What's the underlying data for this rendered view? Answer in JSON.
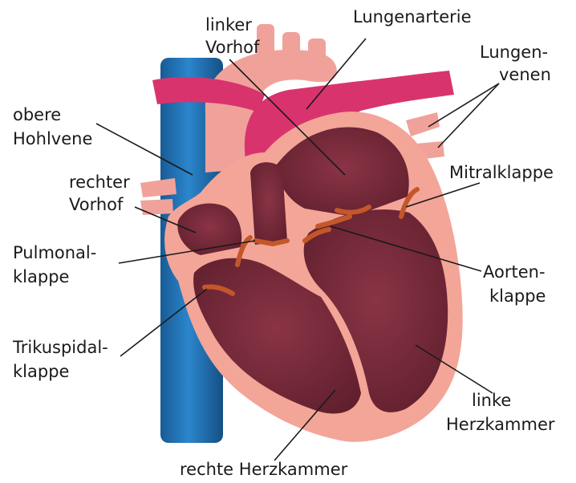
{
  "labels": {
    "linker_vorhof": [
      "linker",
      "Vorhof"
    ],
    "lungenarterie": [
      "Lungenarterie"
    ],
    "lungenvenen": [
      "Lungen-",
      "venen"
    ],
    "obere_hohlvene": [
      "obere",
      "Hohlvene"
    ],
    "rechter_vorhof": [
      "rechter",
      "Vorhof"
    ],
    "mitralklappe": [
      "Mitralklappe"
    ],
    "pulmonalklappe": [
      "Pulmonal-",
      "klappe"
    ],
    "aortenklappe": [
      "Aorten-",
      "klappe"
    ],
    "trikuspidalklappe": [
      "Trikuspidal-",
      "klappe"
    ],
    "linke_herzkammer": [
      "linke",
      "Herzkammer"
    ],
    "rechte_herzkammer": [
      "rechte Herzkammer"
    ]
  },
  "colors": {
    "vena_cava": "#1f6fb2",
    "pulmonary_artery": "#d9336e",
    "aorta": "#f0a29a",
    "wall": "#f3a598",
    "chamber": "#7a2a3a",
    "valve": "#c4572a"
  }
}
